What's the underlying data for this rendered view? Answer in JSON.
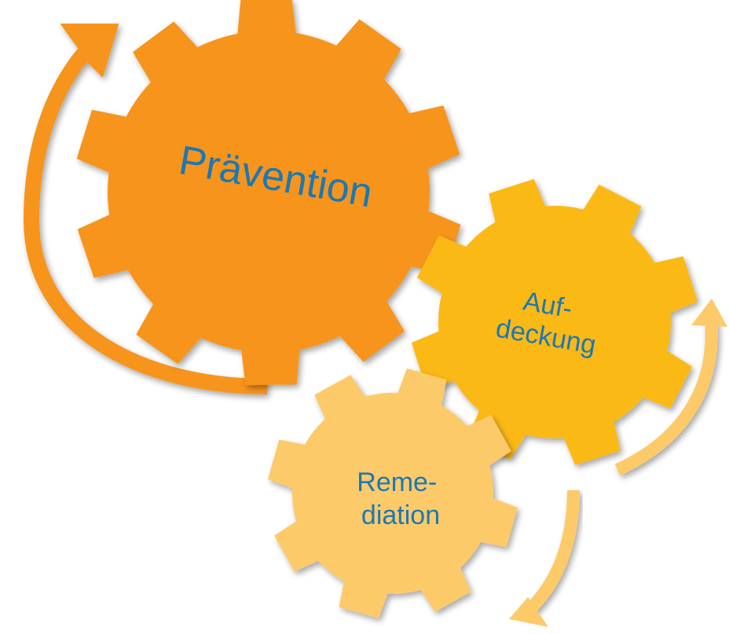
{
  "gears": [
    {
      "name": "gear-praevention",
      "lines": [
        "Prävention"
      ],
      "color": "#f7941d",
      "teeth": 10
    },
    {
      "name": "gear-aufdeckung",
      "lines": [
        "Auf-",
        "deckung"
      ],
      "color": "#fbb917",
      "teeth": 8
    },
    {
      "name": "gear-remediation",
      "lines": [
        "Reme-",
        "diation"
      ],
      "color": "#fdca6a",
      "teeth": 8
    }
  ],
  "arrows": [
    {
      "name": "large-cycle-arrow",
      "color": "#f7941d"
    },
    {
      "name": "right-cycle-arrow",
      "color": "#fdca6a"
    },
    {
      "name": "down-cycle-arrow",
      "color": "#fdca6a"
    }
  ],
  "text_color": "#1f78b4"
}
